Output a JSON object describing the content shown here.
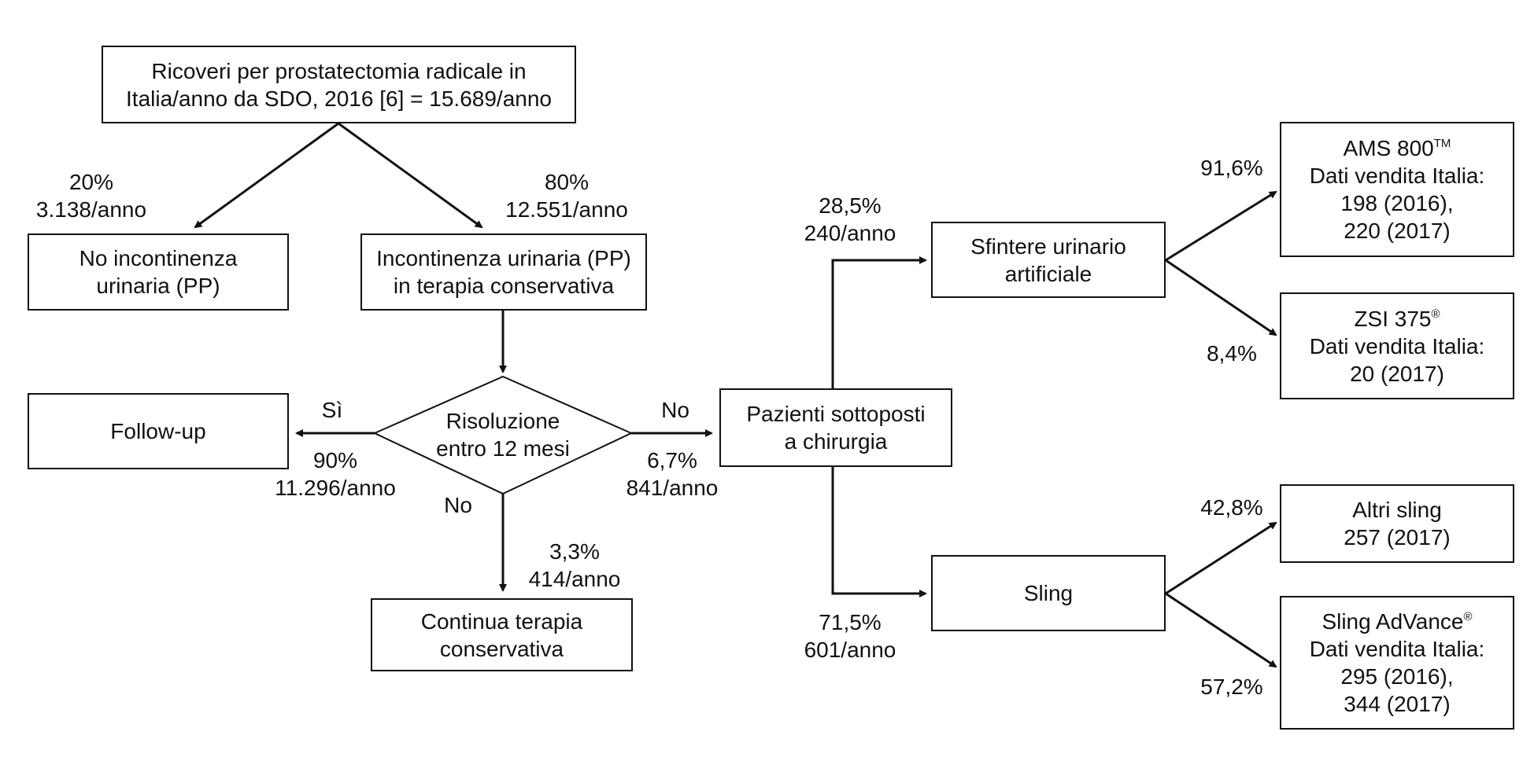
{
  "nodes": {
    "root": [
      "Ricoveri per prostatectomia radicale in",
      "Italia/anno da SDO, 2016 [6] = 15.689/anno"
    ],
    "no_incontinenza": [
      "No incontinenza",
      "urinaria (PP)"
    ],
    "incontinenza": [
      "Incontinenza urinaria (PP)",
      "in terapia conservativa"
    ],
    "risoluzione": [
      "Risoluzione",
      "entro 12 mesi"
    ],
    "follow_up": [
      "Follow-up"
    ],
    "continua": [
      "Continua terapia",
      "conservativa"
    ],
    "chirurgia": [
      "Pazienti sottoposti",
      "a chirurgia"
    ],
    "sfintere": [
      "Sfintere urinario",
      "artificiale"
    ],
    "sling": [
      "Sling"
    ],
    "ams800": {
      "name": "AMS 800",
      "mark": "TM",
      "lines": [
        "Dati vendita Italia:",
        "198 (2016),",
        "220 (2017)"
      ]
    },
    "zsi375": {
      "name": "ZSI 375",
      "mark": "®",
      "lines": [
        "Dati vendita Italia:",
        "20 (2017)"
      ]
    },
    "altri_sling": [
      "Altri sling",
      "257 (2017)"
    ],
    "advance": {
      "name": "Sling AdVance",
      "mark": "®",
      "lines": [
        "Dati vendita Italia:",
        "295 (2016),",
        "344 (2017)"
      ]
    }
  },
  "edge_labels": {
    "no_inc": [
      "20%",
      "3.138/anno"
    ],
    "inc": [
      "80%",
      "12.551/anno"
    ],
    "si": "Sì",
    "follow": [
      "90%",
      "11.296/anno"
    ],
    "no_right": "No",
    "chir": [
      "6,7%",
      "841/anno"
    ],
    "no_down": "No",
    "cont": [
      "3,3%",
      "414/anno"
    ],
    "sfintere": [
      "28,5%",
      "240/anno"
    ],
    "sling": [
      "71,5%",
      "601/anno"
    ],
    "ams": "91,6%",
    "zsi": "8,4%",
    "altri": "42,8%",
    "advance": "57,2%"
  }
}
